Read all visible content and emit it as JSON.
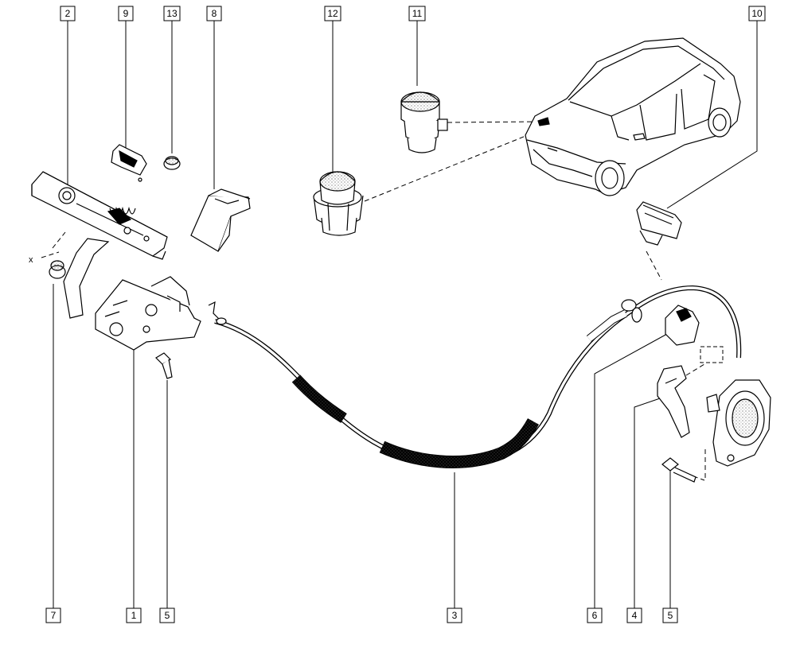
{
  "diagram": {
    "kind": "exploded-parts-view",
    "callouts": [
      {
        "id": "c2",
        "number": "2"
      },
      {
        "id": "c9",
        "number": "9"
      },
      {
        "id": "c13",
        "number": "13"
      },
      {
        "id": "c8",
        "number": "8"
      },
      {
        "id": "c12",
        "number": "12"
      },
      {
        "id": "c11",
        "number": "11"
      },
      {
        "id": "c10",
        "number": "10"
      },
      {
        "id": "c7",
        "number": "7"
      },
      {
        "id": "c1",
        "number": "1"
      },
      {
        "id": "c5a",
        "number": "5"
      },
      {
        "id": "c3",
        "number": "3"
      },
      {
        "id": "c6",
        "number": "6"
      },
      {
        "id": "c4",
        "number": "4"
      },
      {
        "id": "c5b",
        "number": "5"
      }
    ],
    "annotation_x": "x"
  }
}
